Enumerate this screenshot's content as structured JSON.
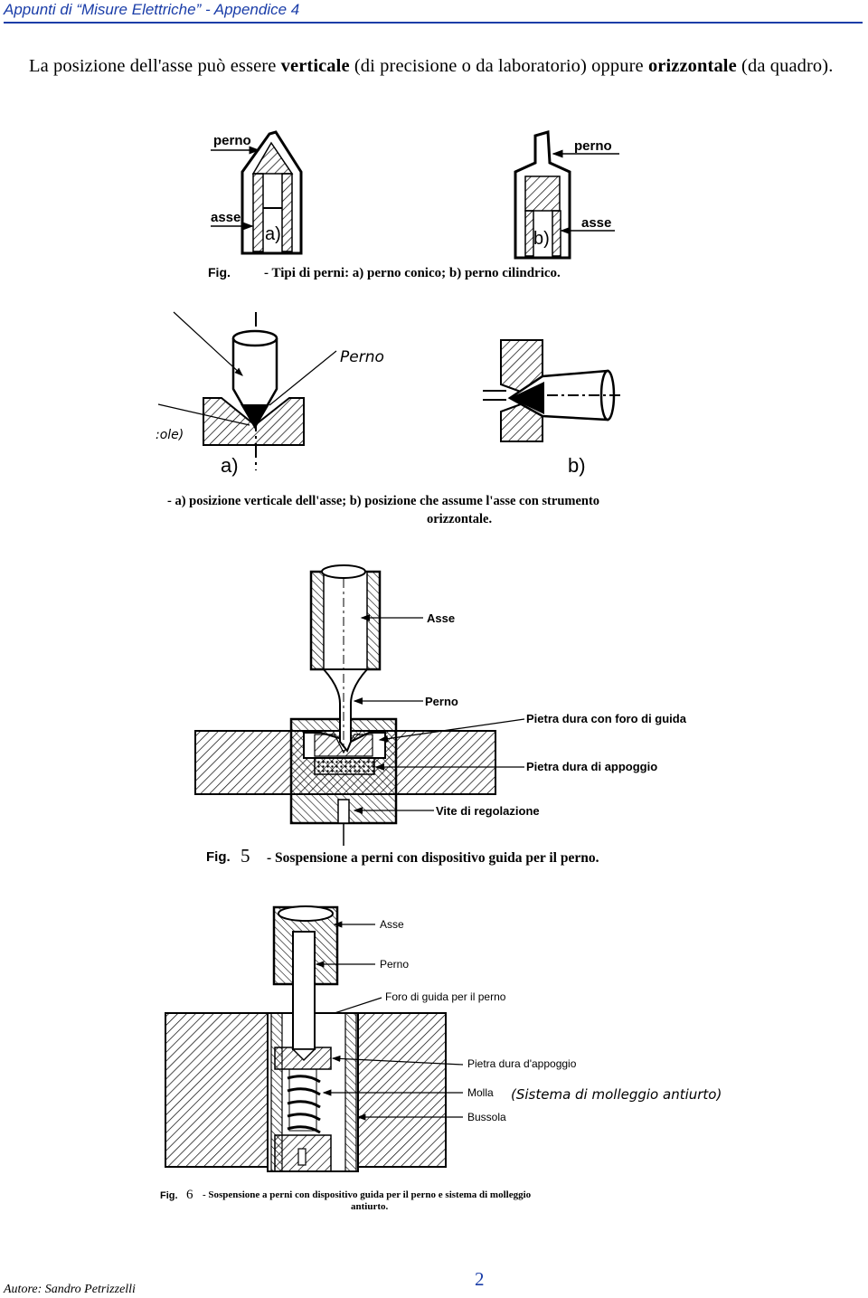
{
  "header": {
    "title": "Appunti di “Misure Elettriche” - Appendice 4"
  },
  "intro": {
    "part1": "La posizione dell'asse può essere ",
    "bold1": "verticale",
    "part2": " (di precisione o da laboratorio) oppure ",
    "bold2": "orizzontale",
    "part3": " (da quadro)."
  },
  "fig1": {
    "label_perno_a": "perno",
    "label_asse_a": "asse",
    "tag_a": "a)",
    "label_perno_b": "perno",
    "label_asse_b": "asse",
    "tag_b": "b)",
    "caption_prefix": "Fig.",
    "caption": "- Tipi di perni: a) perno conico; b) perno cilindrico."
  },
  "fig2": {
    "handwritten_perno": "Perno",
    "handwritten_left": ":ole)",
    "tag_a": "a)",
    "tag_b": "b)",
    "caption_line1": "- a) posizione verticale dell'asse; b) posizione che assume l'asse con strumento",
    "caption_line2": "orizzontale."
  },
  "fig5": {
    "label_asse": "Asse",
    "label_perno": "Perno",
    "label_pietra_guida": "Pietra dura con foro di guida",
    "label_pietra_appoggio": "Pietra dura di appoggio",
    "label_vite": "Vite di regolazione",
    "caption_prefix": "Fig.",
    "caption_number": "5",
    "caption": "- Sospensione a perni con dispositivo guida per il perno."
  },
  "fig6": {
    "label_asse": "Asse",
    "label_perno": "Perno",
    "label_foro": "Foro di guida per il perno",
    "label_pietra": "Pietra dura d'appoggio",
    "label_molla": "Molla",
    "label_bussola": "Bussola",
    "handwritten_note": "(Sistema di molleggio antiurto)",
    "caption_prefix": "Fig.",
    "caption_number": "6",
    "caption_line1": "- Sospensione a perni con dispositivo guida per il perno e sistema di molleggio",
    "caption_line2": "antiurto."
  },
  "footer": {
    "author": "Autore: Sandro Petrizzelli",
    "page_number": "2"
  },
  "colors": {
    "header_blue": "#1a3da8",
    "ink": "#000000"
  }
}
